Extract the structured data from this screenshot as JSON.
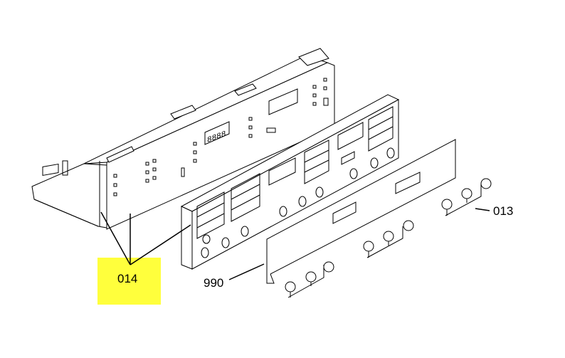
{
  "callouts": {
    "pcb_assembly": "014",
    "overlay": "990",
    "knob_set": "013"
  },
  "colors": {
    "highlight": "#ffff3c",
    "line": "#000000"
  }
}
